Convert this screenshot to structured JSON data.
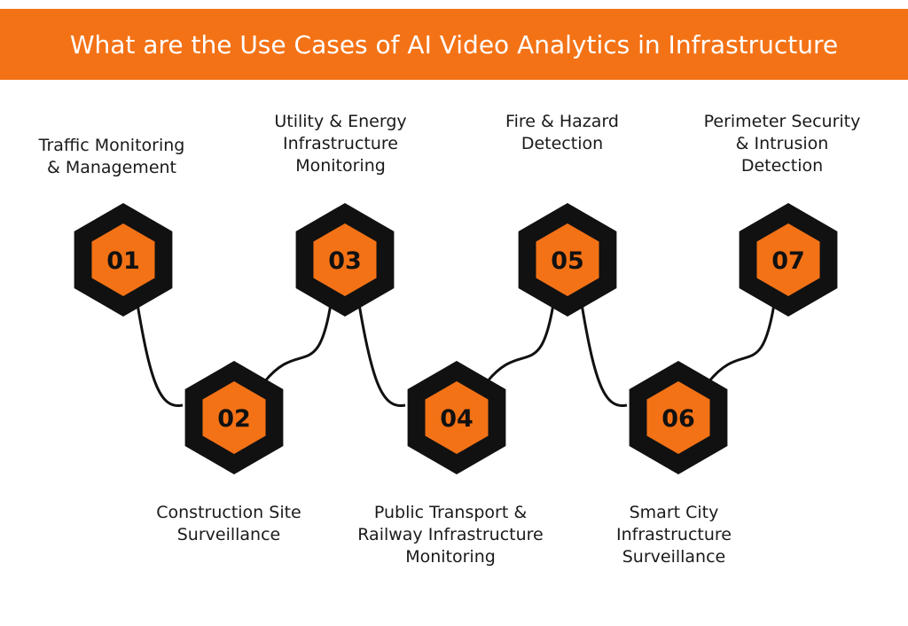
{
  "header": {
    "title": "What are the Use Cases of AI Video Analytics in Infrastructure"
  },
  "colors": {
    "accent": "#f47216",
    "dark": "#111111",
    "background": "#ffffff"
  },
  "steps": [
    {
      "number": "01",
      "lines": [
        "Traffic Monitoring",
        "& Management"
      ]
    },
    {
      "number": "02",
      "lines": [
        "Construction Site",
        "Surveillance"
      ]
    },
    {
      "number": "03",
      "lines": [
        "Utility & Energy",
        "Infrastructure",
        "Monitoring"
      ]
    },
    {
      "number": "04",
      "lines": [
        "Public Transport &",
        "Railway Infrastructure",
        "Monitoring"
      ]
    },
    {
      "number": "05",
      "lines": [
        "Fire & Hazard",
        "Detection"
      ]
    },
    {
      "number": "06",
      "lines": [
        "Smart City",
        "Infrastructure",
        "Surveillance"
      ]
    },
    {
      "number": "07",
      "lines": [
        "Perimeter Security",
        "& Intrusion",
        "Detection"
      ]
    }
  ]
}
